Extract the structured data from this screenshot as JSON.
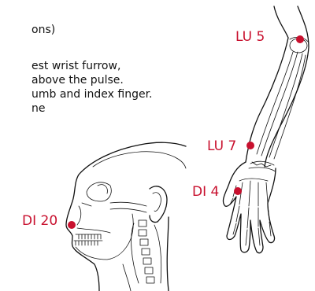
{
  "text_lines": {
    "l1": "ons)",
    "l2": "est wrist furrow,",
    "l3": "above the pulse.",
    "l4": "umb and index finger.",
    "l5": "ne"
  },
  "points": {
    "lu5": "LU 5",
    "lu7": "LU 7",
    "di4": "DI 4",
    "di20": "DI 20"
  },
  "colors": {
    "point_marker": "#c8102e",
    "line_art": "#111111",
    "background": "#ffffff"
  }
}
